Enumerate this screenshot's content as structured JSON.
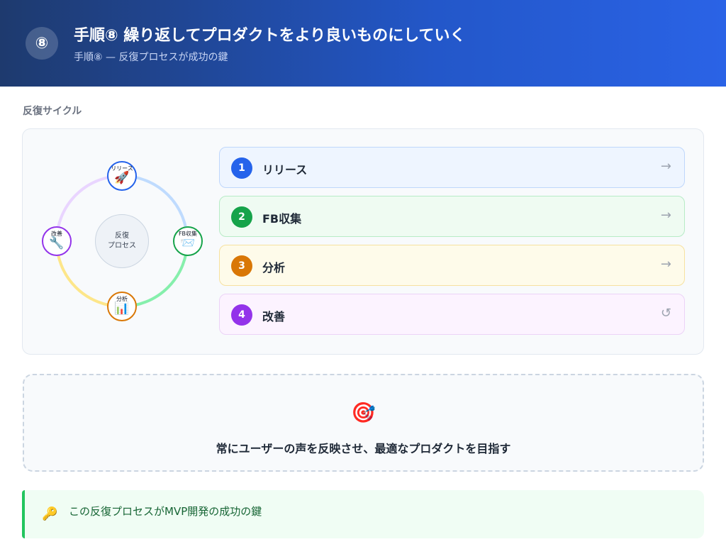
{
  "header": {
    "badge": "⑧",
    "title": "手順⑧ 繰り返してプロダクトをより良いものにしていく",
    "subtitle": "手順⑧ — 反復プロセスが成功の鍵",
    "colors": {
      "gradient_start": "#1e3a6e",
      "gradient_end": "#2a63e6"
    }
  },
  "section": {
    "label": "反復サイクル"
  },
  "diagram": {
    "center_line1": "反復",
    "center_line2": "プロセス",
    "nodes": [
      {
        "label": "リリース",
        "icon": "🚀",
        "icon_name": "rocket-icon",
        "color": "#2563eb"
      },
      {
        "label": "FB収集",
        "icon": "📨",
        "icon_name": "inbox-icon",
        "color": "#16a34a"
      },
      {
        "label": "分析",
        "icon": "📊",
        "icon_name": "bar-chart-icon",
        "color": "#d97706"
      },
      {
        "label": "改善",
        "icon": "🔧",
        "icon_name": "wrench-icon",
        "color": "#9333ea"
      }
    ]
  },
  "steps": [
    {
      "num": "1",
      "label": "リリース",
      "arrow": "→",
      "color": "#2563eb"
    },
    {
      "num": "2",
      "label": "FB収集",
      "arrow": "→",
      "color": "#16a34a"
    },
    {
      "num": "3",
      "label": "分析",
      "arrow": "→",
      "color": "#d97706"
    },
    {
      "num": "4",
      "label": "改善",
      "arrow": "↺",
      "color": "#9333ea"
    }
  ],
  "goal": {
    "icon": "🎯",
    "icon_name": "target-icon",
    "text": "常にユーザーの声を反映させ、最適なプロダクトを目指す"
  },
  "key_note": {
    "icon": "🔑",
    "icon_name": "key-icon",
    "text": "この反復プロセスがMVP開発の成功の鍵",
    "accent": "#22c55e"
  }
}
